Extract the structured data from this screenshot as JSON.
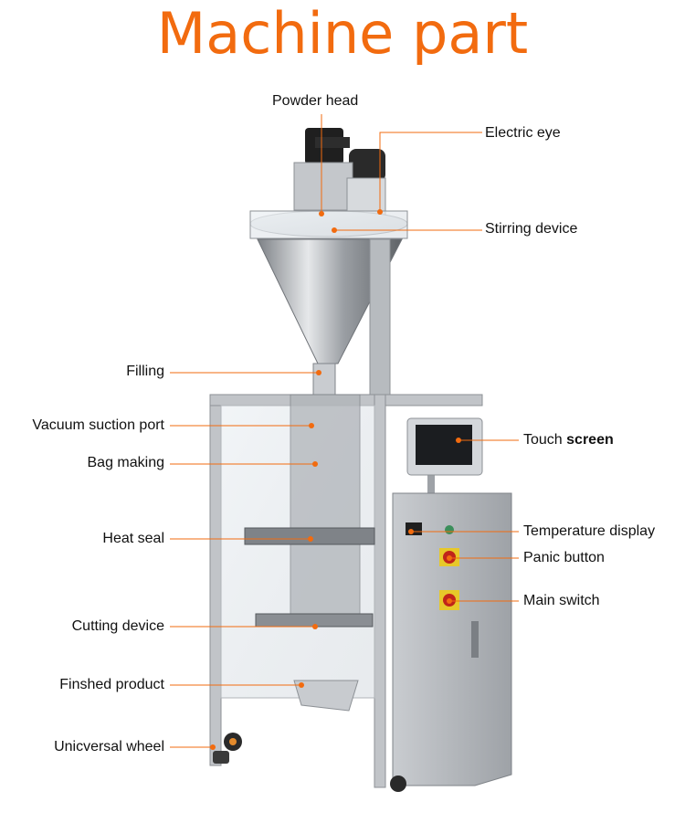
{
  "title": "Machine part",
  "colors": {
    "accent": "#f26b0f",
    "steel": "#b9bcc0",
    "cabinet": "#a9adb2",
    "dark": "#2a2a2a"
  },
  "labels": {
    "powder_head": "Powder head",
    "electric_eye": "Electric eye",
    "stirring_device": "Stirring device",
    "filling": "Filling",
    "vacuum_suction_port": "Vacuum suction port",
    "bag_making": "Bag making",
    "heat_seal": "Heat seal",
    "cutting_device": "Cutting device",
    "finished_product": "Finshed product",
    "universal_wheel": "Unicversal wheel",
    "touch_screen_a": "Touch ",
    "touch_screen_b": "screen",
    "temperature_display": "Temperature display",
    "panic_button": "Panic button",
    "main_switch": "Main switch"
  }
}
